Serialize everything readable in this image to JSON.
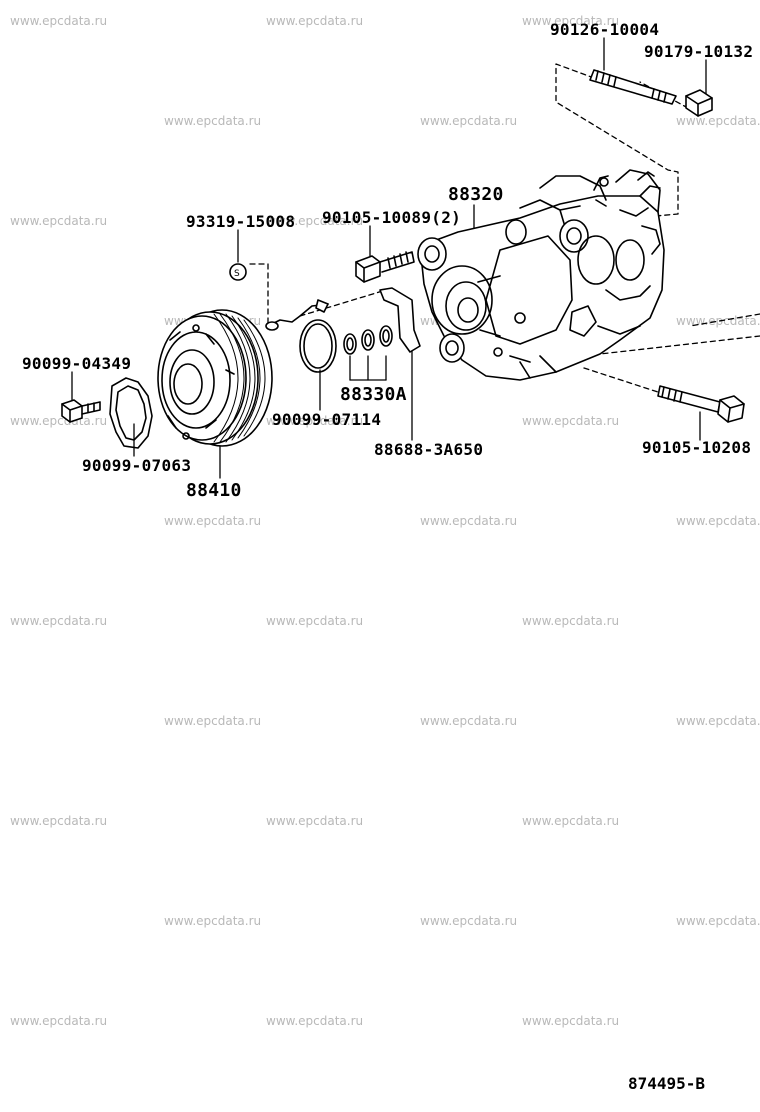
{
  "watermark": "www.epcdata.ru",
  "labels": {
    "p90126": "90126-10004",
    "p90179": "90179-10132",
    "p88320": "88320",
    "p93319": "93319-15008",
    "p90105a": "90105-10089",
    "p90105a_qty": "(2)",
    "p90099a": "90099-04349",
    "p88330a": "88330A",
    "p90099b": "90099-07114",
    "p88688": "88688-3A650",
    "p90105b": "90105-10208",
    "p90099c": "90099-07063",
    "p88410": "88410"
  },
  "drawing_ref": "874495-B"
}
